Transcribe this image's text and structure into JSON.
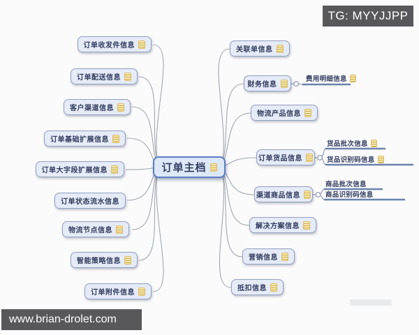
{
  "watermarks": {
    "tg_badge": "TG: MYYJJPP",
    "site_bar": "www.brian-drolet.com"
  },
  "mindmap": {
    "root": {
      "label": "订单主档",
      "marker": "note-icon"
    },
    "left": [
      {
        "label": "订单收发件信息",
        "marker": "note-icon"
      },
      {
        "label": "订单配送信息",
        "marker": "note-icon"
      },
      {
        "label": "客户渠道信息",
        "marker": "note-icon"
      },
      {
        "label": "订单基础扩展信息",
        "marker": "note-icon"
      },
      {
        "label": "订单大字段扩展信息",
        "marker": "note-icon"
      },
      {
        "label": "订单状态流水信息",
        "marker": null
      },
      {
        "label": "物流节点信息",
        "marker": "note-icon"
      },
      {
        "label": "智能策略信息",
        "marker": "note-icon"
      },
      {
        "label": "订单附件信息",
        "marker": "note-icon"
      }
    ],
    "right": [
      {
        "label": "关联单信息",
        "marker": "note-icon",
        "children": []
      },
      {
        "label": "财务信息",
        "marker": "note-icon",
        "children": [
          {
            "label": "费用明细信息",
            "marker": "note-icon"
          }
        ]
      },
      {
        "label": "物流产品信息",
        "marker": "note-icon",
        "children": []
      },
      {
        "label": "订单货品信息",
        "marker": "note-icon",
        "children": [
          {
            "label": "货品批次信息",
            "marker": "note-icon"
          },
          {
            "label": "货品识别码信息",
            "marker": "note-icon"
          }
        ]
      },
      {
        "label": "渠道商品信息",
        "marker": "note-icon",
        "children": [
          {
            "label": "商品批次信息",
            "marker": null
          },
          {
            "label": "商品识别码信息",
            "marker": null
          }
        ]
      },
      {
        "label": "解决方案信息",
        "marker": "note-icon",
        "children": []
      },
      {
        "label": "营销信息",
        "marker": "note-icon",
        "children": []
      },
      {
        "label": "抵扣信息",
        "marker": "note-icon",
        "children": []
      }
    ],
    "colors": {
      "node_fill": "#e5ebf7",
      "node_border": "#94a0c2",
      "root_fill": "#dde8f8",
      "root_border": "#5b7ec6",
      "node_text": "#333e60",
      "branch_line": "#a2a7b0",
      "child_underline": "#6b82ab",
      "marker_fill": "#f6e8ad",
      "marker_border": "#d9bc6a",
      "badge_bg": "#58585a",
      "badge_text": "#ffffff"
    }
  }
}
